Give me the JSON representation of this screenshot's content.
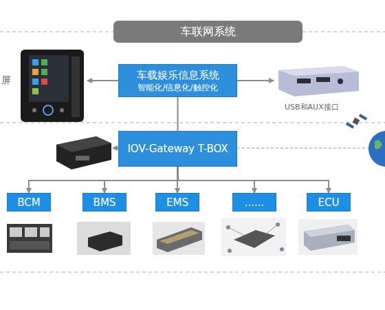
{
  "diagram": {
    "title": "车联网系统",
    "nodes": [
      {
        "text": [
          "车载娱乐信息系统",
          "智能化/信息化/触控化"
        ]
      },
      {
        "text": [
          "IOV-Gateway T-BOX"
        ]
      },
      {
        "text": [
          "BCM"
        ]
      },
      {
        "text": [
          "BMS"
        ]
      },
      {
        "text": [
          "EMS"
        ]
      },
      {
        "text": [
          "......"
        ]
      },
      {
        "text": [
          "ECU"
        ]
      }
    ],
    "edges": [
      {
        "from": 0,
        "to": 1,
        "arrow": "to"
      },
      {
        "from": 1,
        "to": 2,
        "arrow": "to"
      },
      {
        "from": 1,
        "to": 3,
        "arrow": "to"
      },
      {
        "from": 1,
        "to": 4,
        "arrow": "to"
      },
      {
        "from": 1,
        "to": 5,
        "arrow": "to"
      },
      {
        "from": 1,
        "to": 6,
        "arrow": "to"
      }
    ],
    "labels": [
      "USB和AUX接口",
      "屏"
    ]
  }
}
